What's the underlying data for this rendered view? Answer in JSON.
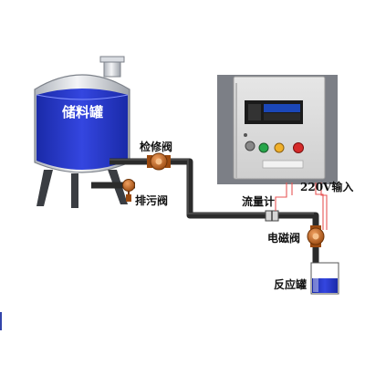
{
  "labels": {
    "storage_tank": "储料罐",
    "service_valve": "检修阀",
    "drain_valve": "排污阀",
    "flow_meter": "流量计",
    "power_input": "220V输入",
    "solenoid_valve": "电磁阀",
    "reaction_tank": "反应罐"
  },
  "colors": {
    "tank_liquid": "#2233cc",
    "tank_shell": "#cfd3da",
    "pipe": "#2b2b2b",
    "valve_body": "#c46a1d",
    "signal_wire": "#e85555"
  }
}
